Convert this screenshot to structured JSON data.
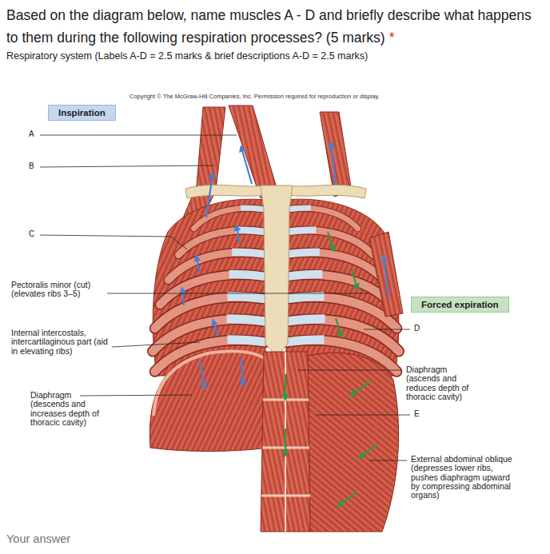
{
  "diagram": {
    "title": "Based on the diagram below, name muscles A - D and briefly describe what happens to them during the following respiration processes? (5 marks)",
    "nodes": [
      {
        "text": [
          "Inspiration"
        ]
      },
      {
        "text": [
          "Forced expiration"
        ]
      }
    ],
    "labels": [
      "*",
      "Respiratory system (Labels A-D = 2.5 marks & brief descriptions A-D = 2.5 marks)",
      "Copyright © The McGraw-Hill Companies, Inc. Permission required for reproduction or display.",
      "A",
      "B",
      "C",
      "Pectoralis minor (cut) (elevates ribs 3–5)",
      "D",
      "Internal intercostals, intercartilaginous part (aid in elevating ribs)",
      "Diaphragm (ascends and reduces depth of thoracic cavity)",
      "Diaphragm (descends and increases depth of thoracic cavity)",
      "E",
      "External abdominal oblique (depresses lower ribs, pushes diaphragm upward by compressing abdominal organs)",
      "Your answer"
    ]
  }
}
